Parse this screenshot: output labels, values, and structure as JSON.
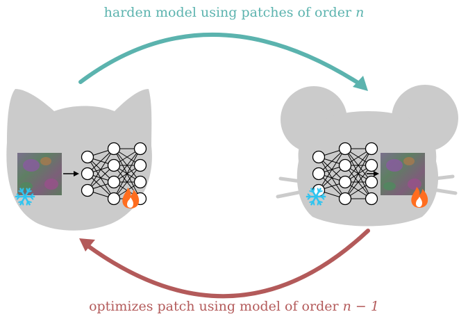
{
  "labels": {
    "top_text": "harden model using patches of order ",
    "top_var": "n",
    "bottom_text": "optimizes patch using model of order ",
    "bottom_var": "n − 1"
  },
  "colors": {
    "top_arrow": "#5bb3ae",
    "bottom_arrow": "#b35a5a",
    "silhouette": "#cbcbcb",
    "frozen_icon": "#2ec4f0",
    "trainable_icon": "#ff6d1f",
    "network": "#000000"
  },
  "icons": {
    "frozen": "snowflake-icon",
    "trainable": "fire-icon"
  }
}
